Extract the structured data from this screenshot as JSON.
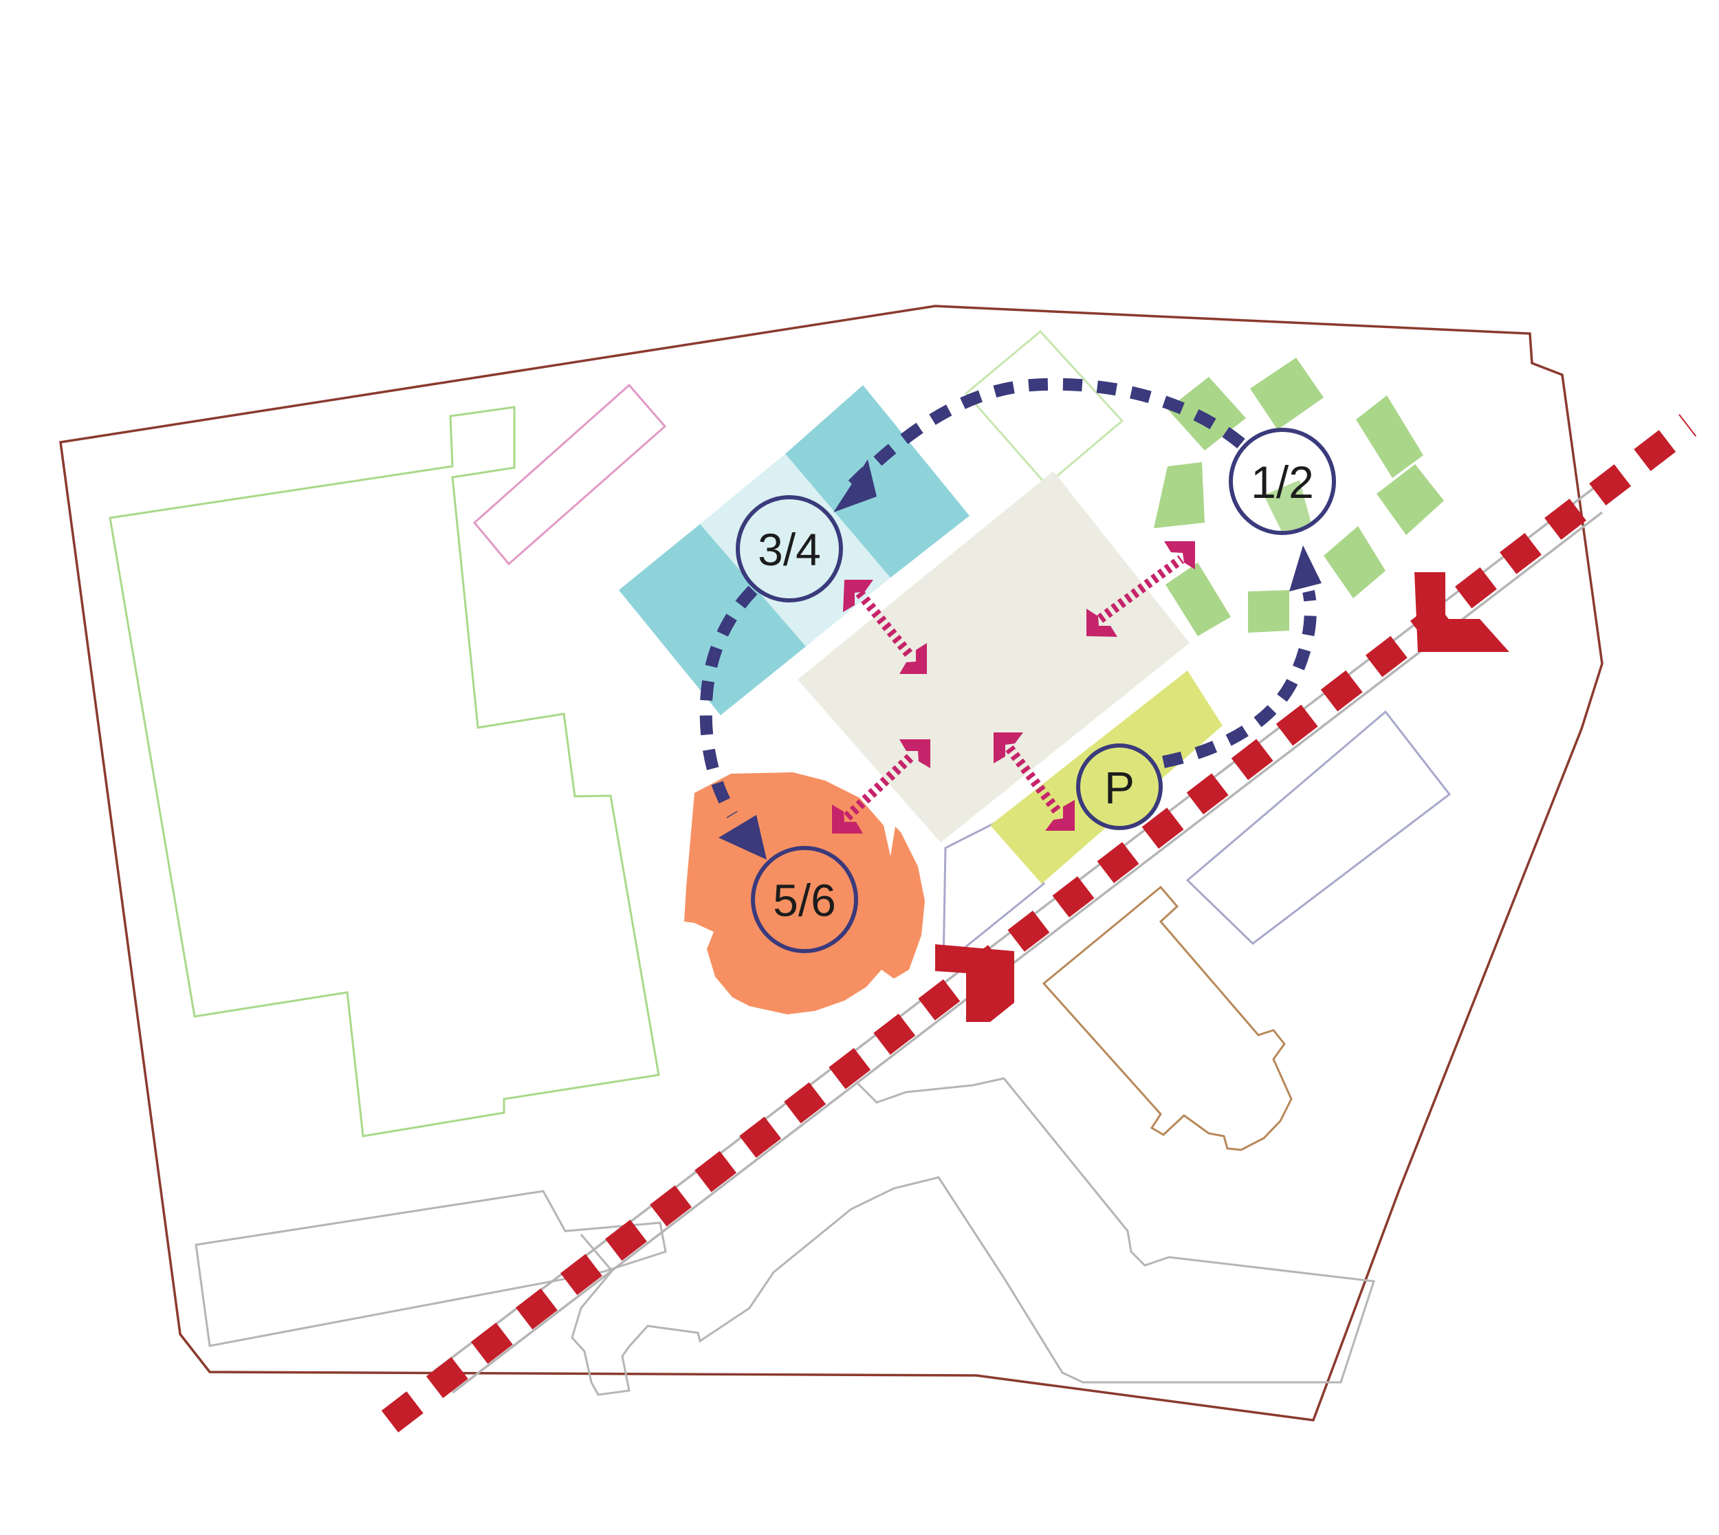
{
  "nodes": {
    "n12": {
      "label": "1/2"
    },
    "n34": {
      "label": "3/4"
    },
    "n56": {
      "label": "5/6"
    },
    "p": {
      "label": "P"
    }
  },
  "colors": {
    "site_boundary": "#8b3a2e",
    "green_outline": "#a8d98a",
    "pink_outline": "#e29ac4",
    "gray_outline": "#b5b5b5",
    "purple_outline": "#a8a8cc",
    "brown_outline": "#b8895a",
    "teal": "#8fd3da",
    "teal_light": "#daf0f2",
    "plaza": "#ecece2",
    "lime": "#dde57a",
    "green_blocks": "#aad68a",
    "orange": "#f69062",
    "navy": "#3a3a7c",
    "magenta": "#c6246a",
    "red": "#c41e2a"
  }
}
